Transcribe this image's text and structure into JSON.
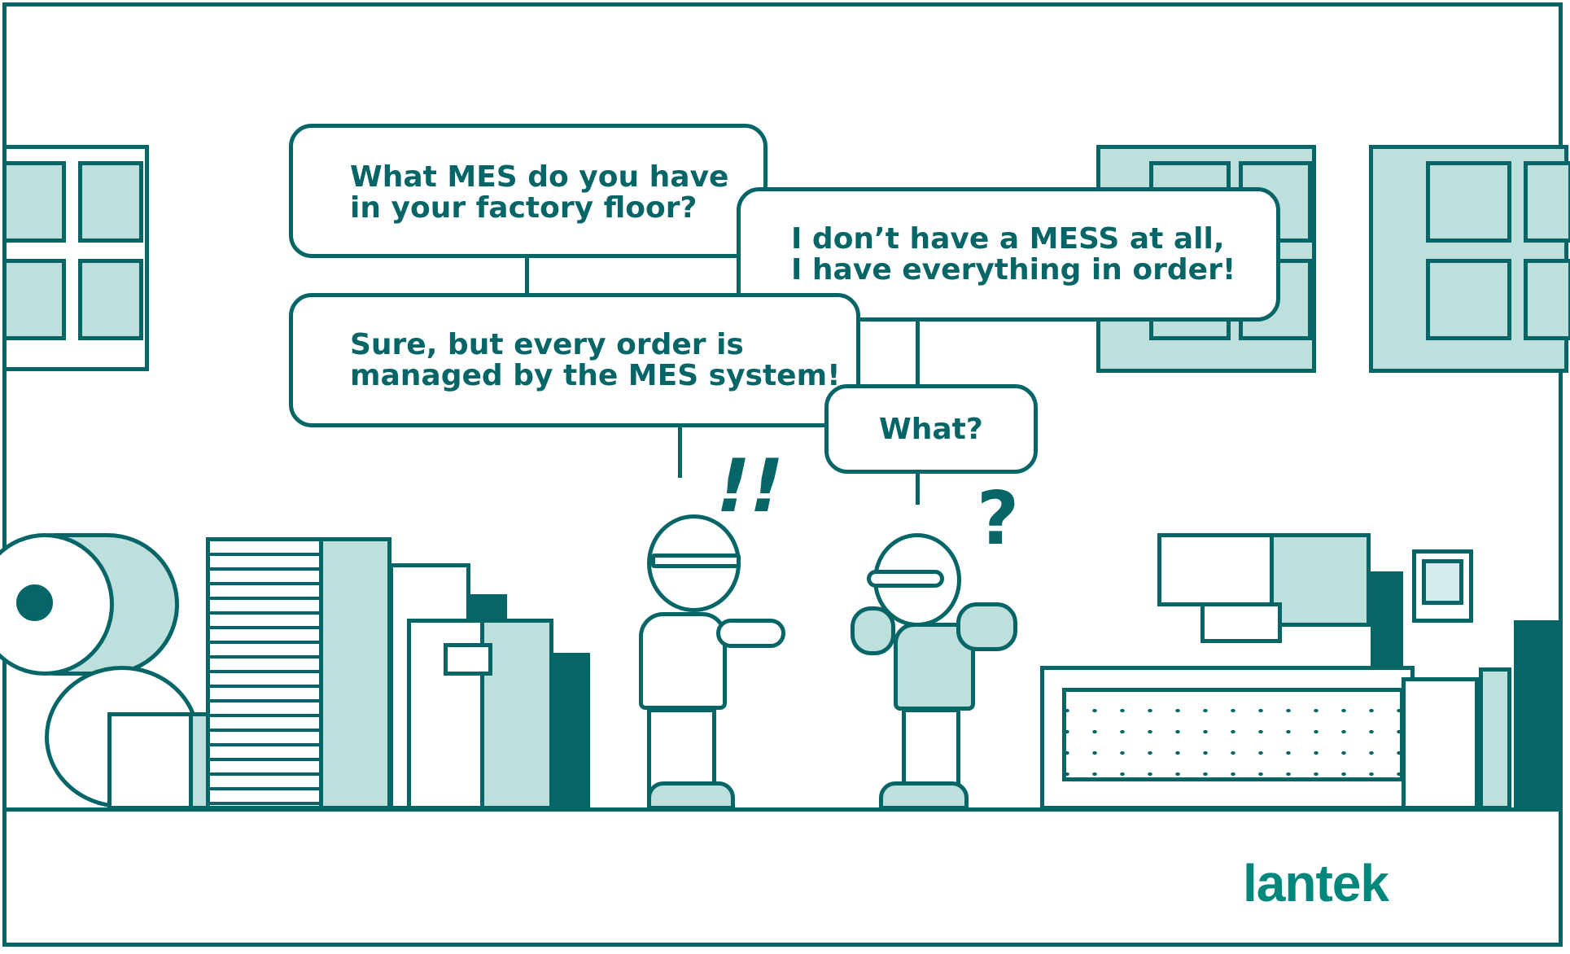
{
  "scene": {
    "description": "Comic illustration of two workers on a factory floor discussing MES",
    "colors": {
      "primary": "#066566",
      "light": "#bde0dc",
      "logo": "#00877b",
      "background": "#ffffff"
    }
  },
  "bubbles": [
    {
      "speaker": "woman",
      "text": "What MES do you have\nin your factory floor?"
    },
    {
      "speaker": "man",
      "text": "I don’t have a MESS at all,\nI have everything in order!"
    },
    {
      "speaker": "woman",
      "text": "Sure, but every order is\nmanaged by the MES system!"
    },
    {
      "speaker": "man",
      "text": "What?"
    }
  ],
  "reactions": {
    "woman": "!!",
    "man": "?"
  },
  "logo": {
    "text": "lantek"
  }
}
